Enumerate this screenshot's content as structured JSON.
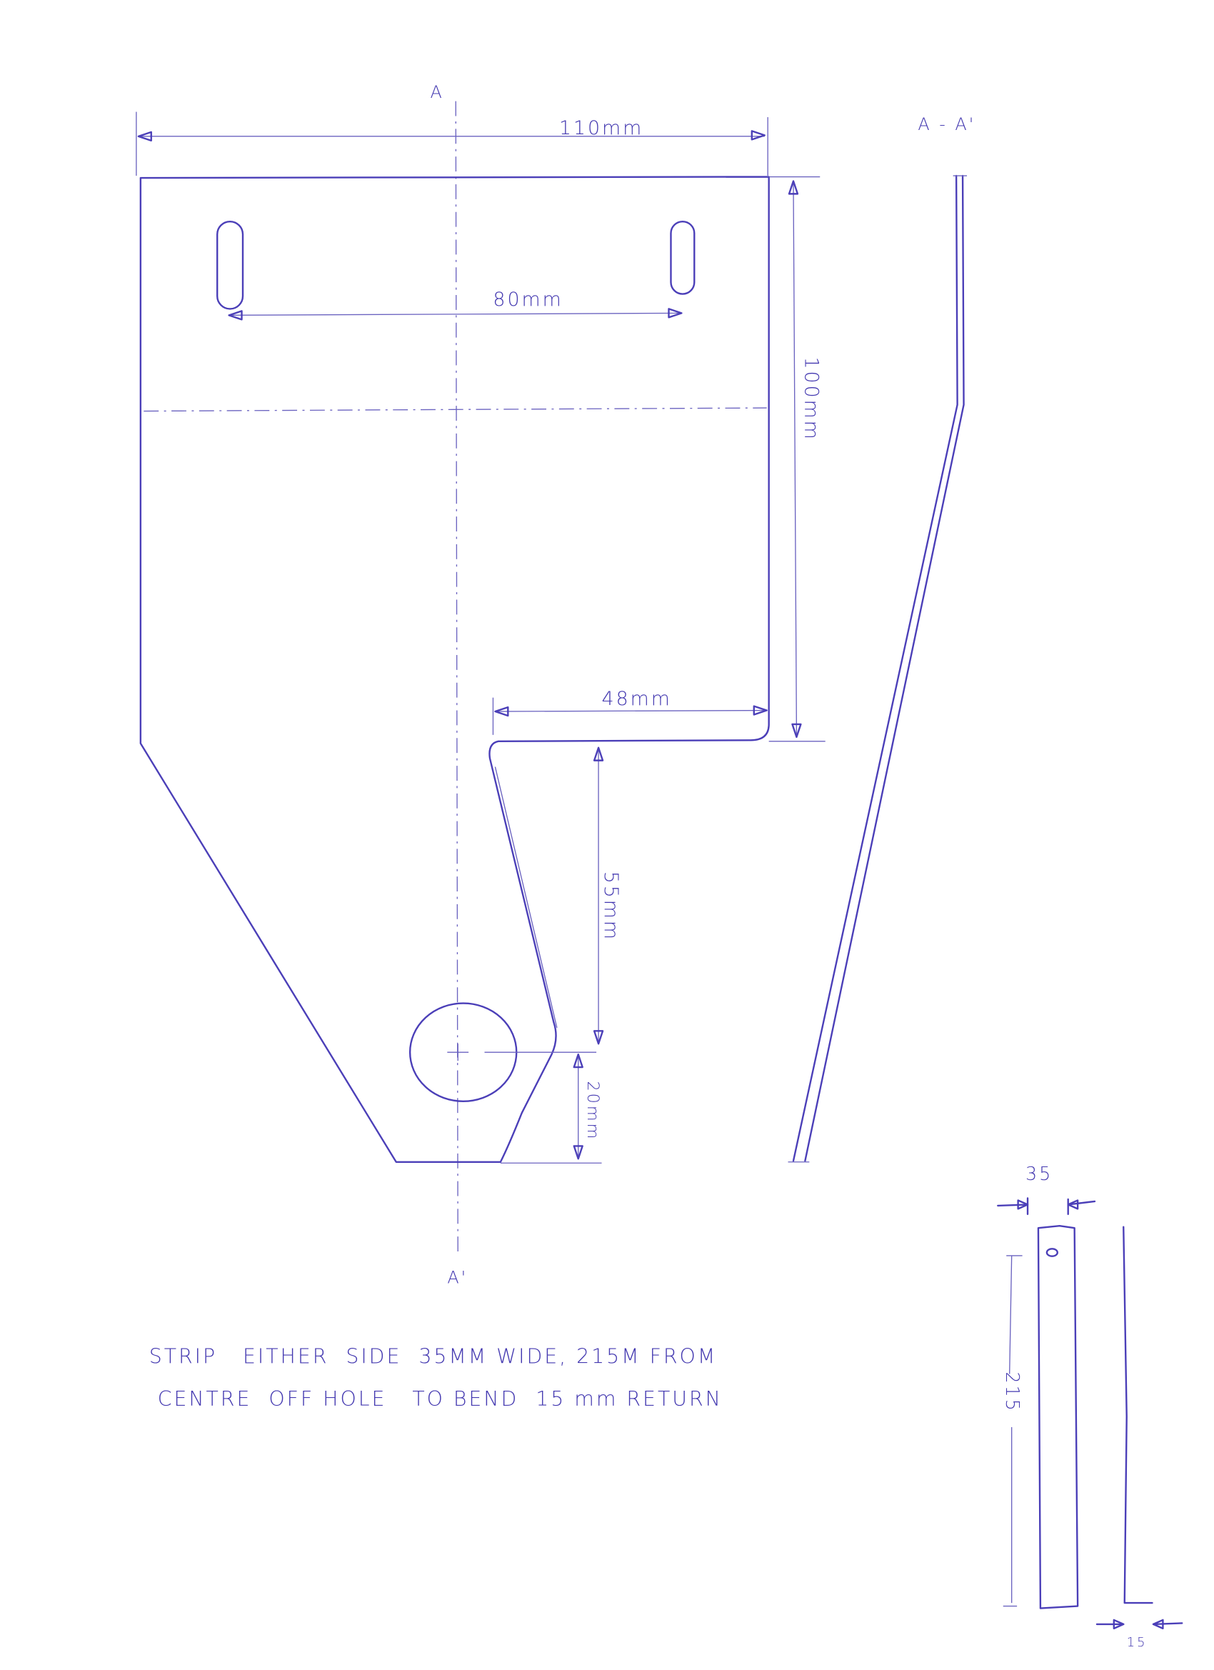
{
  "section_marks": {
    "top": "A",
    "bottom": "A'",
    "section_title": "A - A'"
  },
  "dimensions": {
    "overall_width": "110mm",
    "slot_spacing": "80mm",
    "upper_height": "100mm",
    "step_width": "48mm",
    "step_to_hole": "55mm",
    "hole_to_bottom": "20mm",
    "strip_width": "35",
    "strip_length": "215",
    "strip_return": "15"
  },
  "notes": {
    "line1": "STRIP   EITHER  SIDE  35MM WIDE, 215M FROM",
    "line2": "CENTRE  OFF HOLE   TO BEND  15 mm RETURN"
  },
  "colors": {
    "ink": "#4b3fb8",
    "paper": "#ffffff"
  }
}
